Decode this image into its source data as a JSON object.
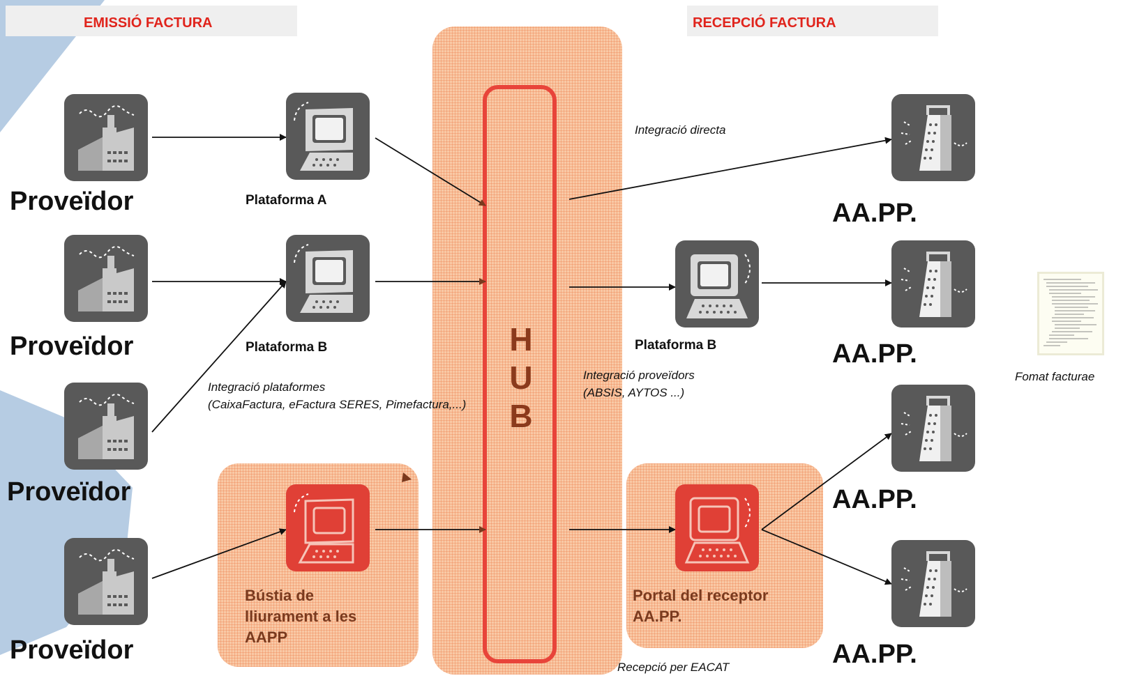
{
  "headers": {
    "emission": "EMISSIÓ FACTURA",
    "reception": "RECEPCIÓ FACTURA"
  },
  "hub": {
    "letters": [
      "H",
      "U",
      "B"
    ]
  },
  "providers": [
    "Proveïdor",
    "Proveïdor",
    "Proveïdor",
    "Proveïdor"
  ],
  "platforms": {
    "a": "Plataforma A",
    "b_left": "Plataforma B",
    "b_right": "Plataforma B"
  },
  "mailbox": {
    "line1": "Bústia de",
    "line2": "lliurament a les",
    "line3": "AAPP"
  },
  "portal": {
    "line1": "Portal del receptor",
    "line2": "AA.PP."
  },
  "administrations": [
    "AA.PP.",
    "AA.PP.",
    "AA.PP.",
    "AA.PP."
  ],
  "notes": {
    "direct": "Integració directa",
    "platforms_title": "Integració plataformes",
    "platforms_list": "(CaixaFactura, eFactura SERES, Pimefactura,...)",
    "providers_title": "Integració proveïdors",
    "providers_list": "(ABSIS, AYTOS ...)",
    "eacat": "Recepció per EACAT",
    "format": "Fomat facturae"
  },
  "icons": {
    "factory": "factory-icon",
    "computer": "computer-icon",
    "building": "government-building-icon",
    "document": "xml-document-icon"
  },
  "colors": {
    "header_text": "#e0241c",
    "tile_gray": "#595959",
    "tile_red": "#e04036",
    "hub_frame": "#e8443a",
    "hatch_orange": "#f9c9a6",
    "watermark_blue": "#a9c3de"
  }
}
